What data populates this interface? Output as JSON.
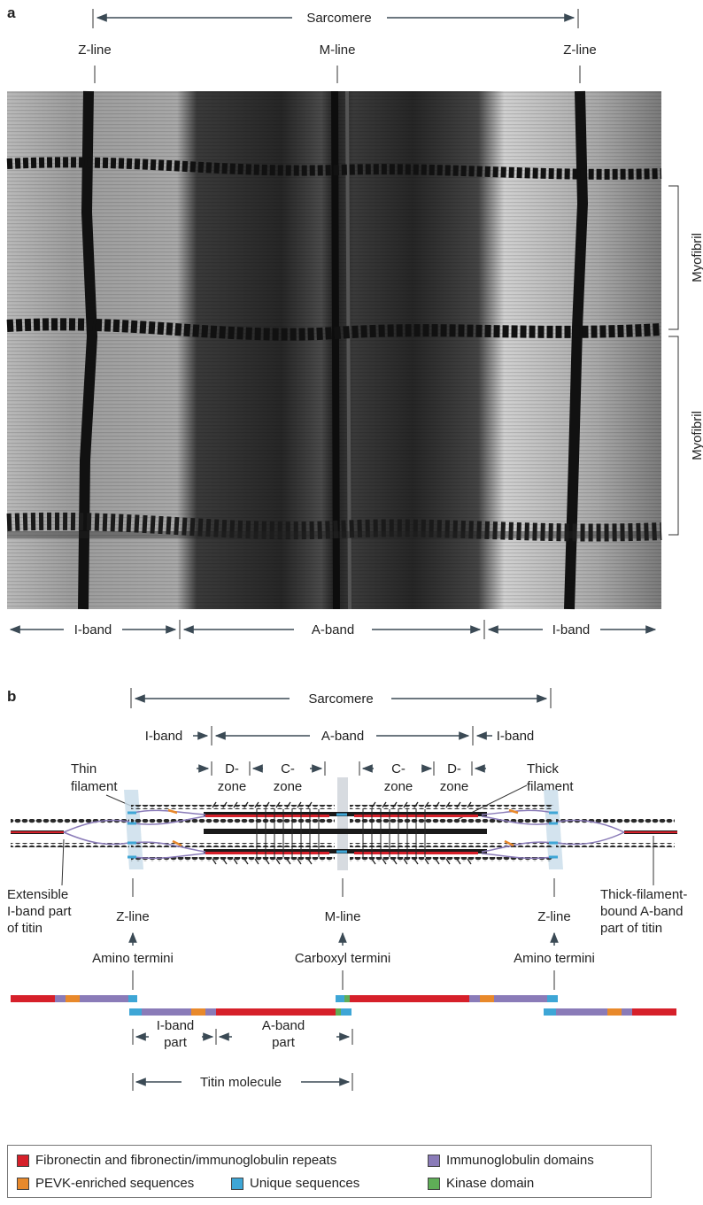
{
  "panel_a": {
    "letter": "a",
    "sarcomere": "Sarcomere",
    "z_line_left": "Z-line",
    "m_line": "M-line",
    "z_line_right": "Z-line",
    "myofibril_top": "Myofibril",
    "myofibril_bottom": "Myofibril",
    "i_band_left": "I-band",
    "a_band": "A-band",
    "i_band_right": "I-band"
  },
  "panel_b": {
    "letter": "b",
    "sarcomere": "Sarcomere",
    "i_band_left": "I-band",
    "a_band": "A-band",
    "i_band_right": "I-band",
    "d_zone": [
      "D-",
      "zone"
    ],
    "c_zone": [
      "C-",
      "zone"
    ],
    "thin_filament": [
      "Thin",
      "filament"
    ],
    "thick_filament": [
      "Thick",
      "filament"
    ],
    "extensible": [
      "Extensible",
      "I-band part",
      "of titin"
    ],
    "thick_bound": [
      "Thick-filament-",
      "bound A-band",
      "part of titin"
    ],
    "z_line_left": "Z-line",
    "m_line": "M-line",
    "z_line_right": "Z-line",
    "amino_left": "Amino termini",
    "carboxyl": "Carboxyl termini",
    "amino_right": "Amino termini",
    "i_band_part": [
      "I-band",
      "part"
    ],
    "a_band_part": [
      "A-band",
      "part"
    ],
    "titin_molecule": "Titin molecule"
  },
  "colors": {
    "fibronectin": "#d6202a",
    "immunoglobulin": "#8a7bb8",
    "pevk": "#e8892b",
    "unique": "#3ea6d6",
    "kinase": "#5fae57"
  },
  "legend": {
    "fibronectin": "Fibronectin and fibronectin/immunoglobulin repeats",
    "immunoglobulin": "Immunoglobulin domains",
    "pevk": "PEVK-enriched sequences",
    "unique": "Unique sequences",
    "kinase": "Kinase domain"
  }
}
